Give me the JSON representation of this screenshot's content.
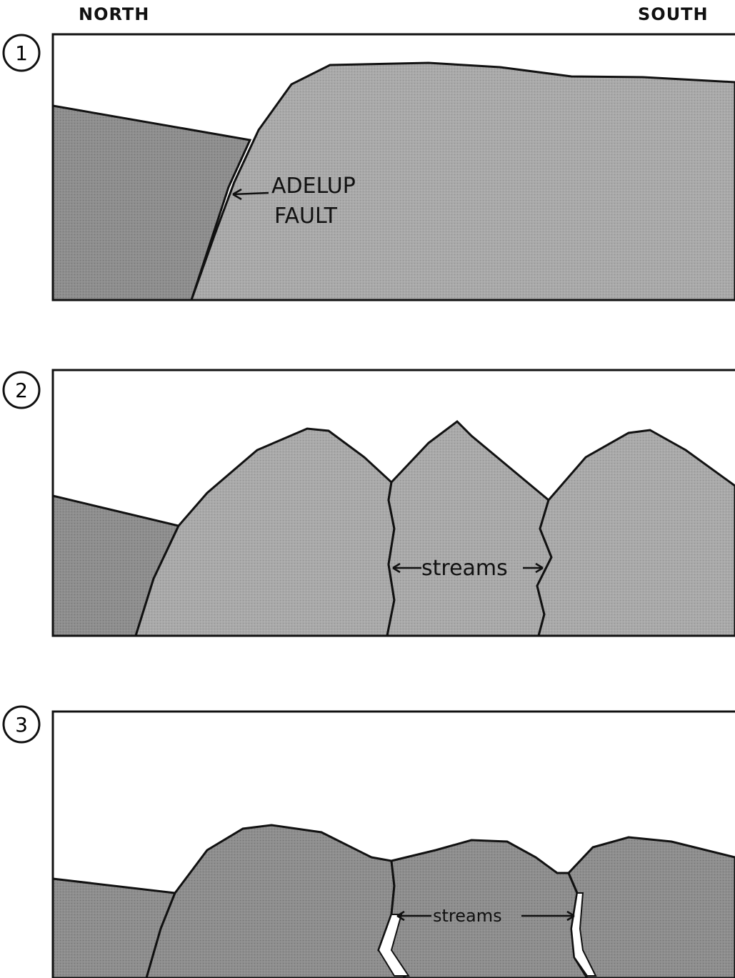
{
  "directions": {
    "north": "NORTH",
    "south": "SOUTH"
  },
  "stages": [
    {
      "number": "1",
      "labels": {
        "fault_line1": "ADELUP",
        "fault_line2": "FAULT"
      }
    },
    {
      "number": "2",
      "labels": {
        "streams": "streams"
      }
    },
    {
      "number": "3",
      "labels": {
        "streams": "streams"
      }
    }
  ],
  "colors": {
    "rock_dark": "#8a8a8a",
    "rock_light": "#a6a6a6",
    "outline": "#111111",
    "stream_channel": "#ffffff"
  }
}
